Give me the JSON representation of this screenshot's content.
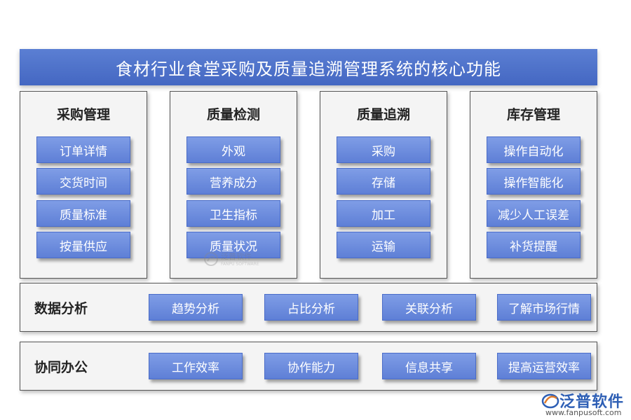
{
  "title": "食材行业食堂采购及质量追溯管理系统的核心功能",
  "columns": [
    {
      "title": "采购管理",
      "items": [
        "订单详情",
        "交货时间",
        "质量标准",
        "按量供应"
      ]
    },
    {
      "title": "质量检测",
      "items": [
        "外观",
        "营养成分",
        "卫生指标",
        "质量状况"
      ]
    },
    {
      "title": "质量追溯",
      "items": [
        "采购",
        "存储",
        "加工",
        "运输"
      ]
    },
    {
      "title": "库存管理",
      "items": [
        "操作自动化",
        "操作智能化",
        "减少人工误差",
        "补货提醒"
      ]
    }
  ],
  "rows": [
    {
      "label": "数据分析",
      "items": [
        "趋势分析",
        "占比分析",
        "关联分析",
        "了解市场行情"
      ]
    },
    {
      "label": "协同办公",
      "items": [
        "工作效率",
        "协作能力",
        "信息共享",
        "提高运营效率"
      ]
    }
  ],
  "watermark": {
    "name": "泛普软件",
    "sub": "FANPU SOFTWARE"
  },
  "logo": {
    "name": "泛普软件",
    "url": "www.fanpusoft.com",
    "icon": "fanpu-logo-icon"
  },
  "colors": {
    "title_bg": "#4a6cc8",
    "button_bg": "#6a8ade",
    "box_bg": "#f4f4f4"
  }
}
